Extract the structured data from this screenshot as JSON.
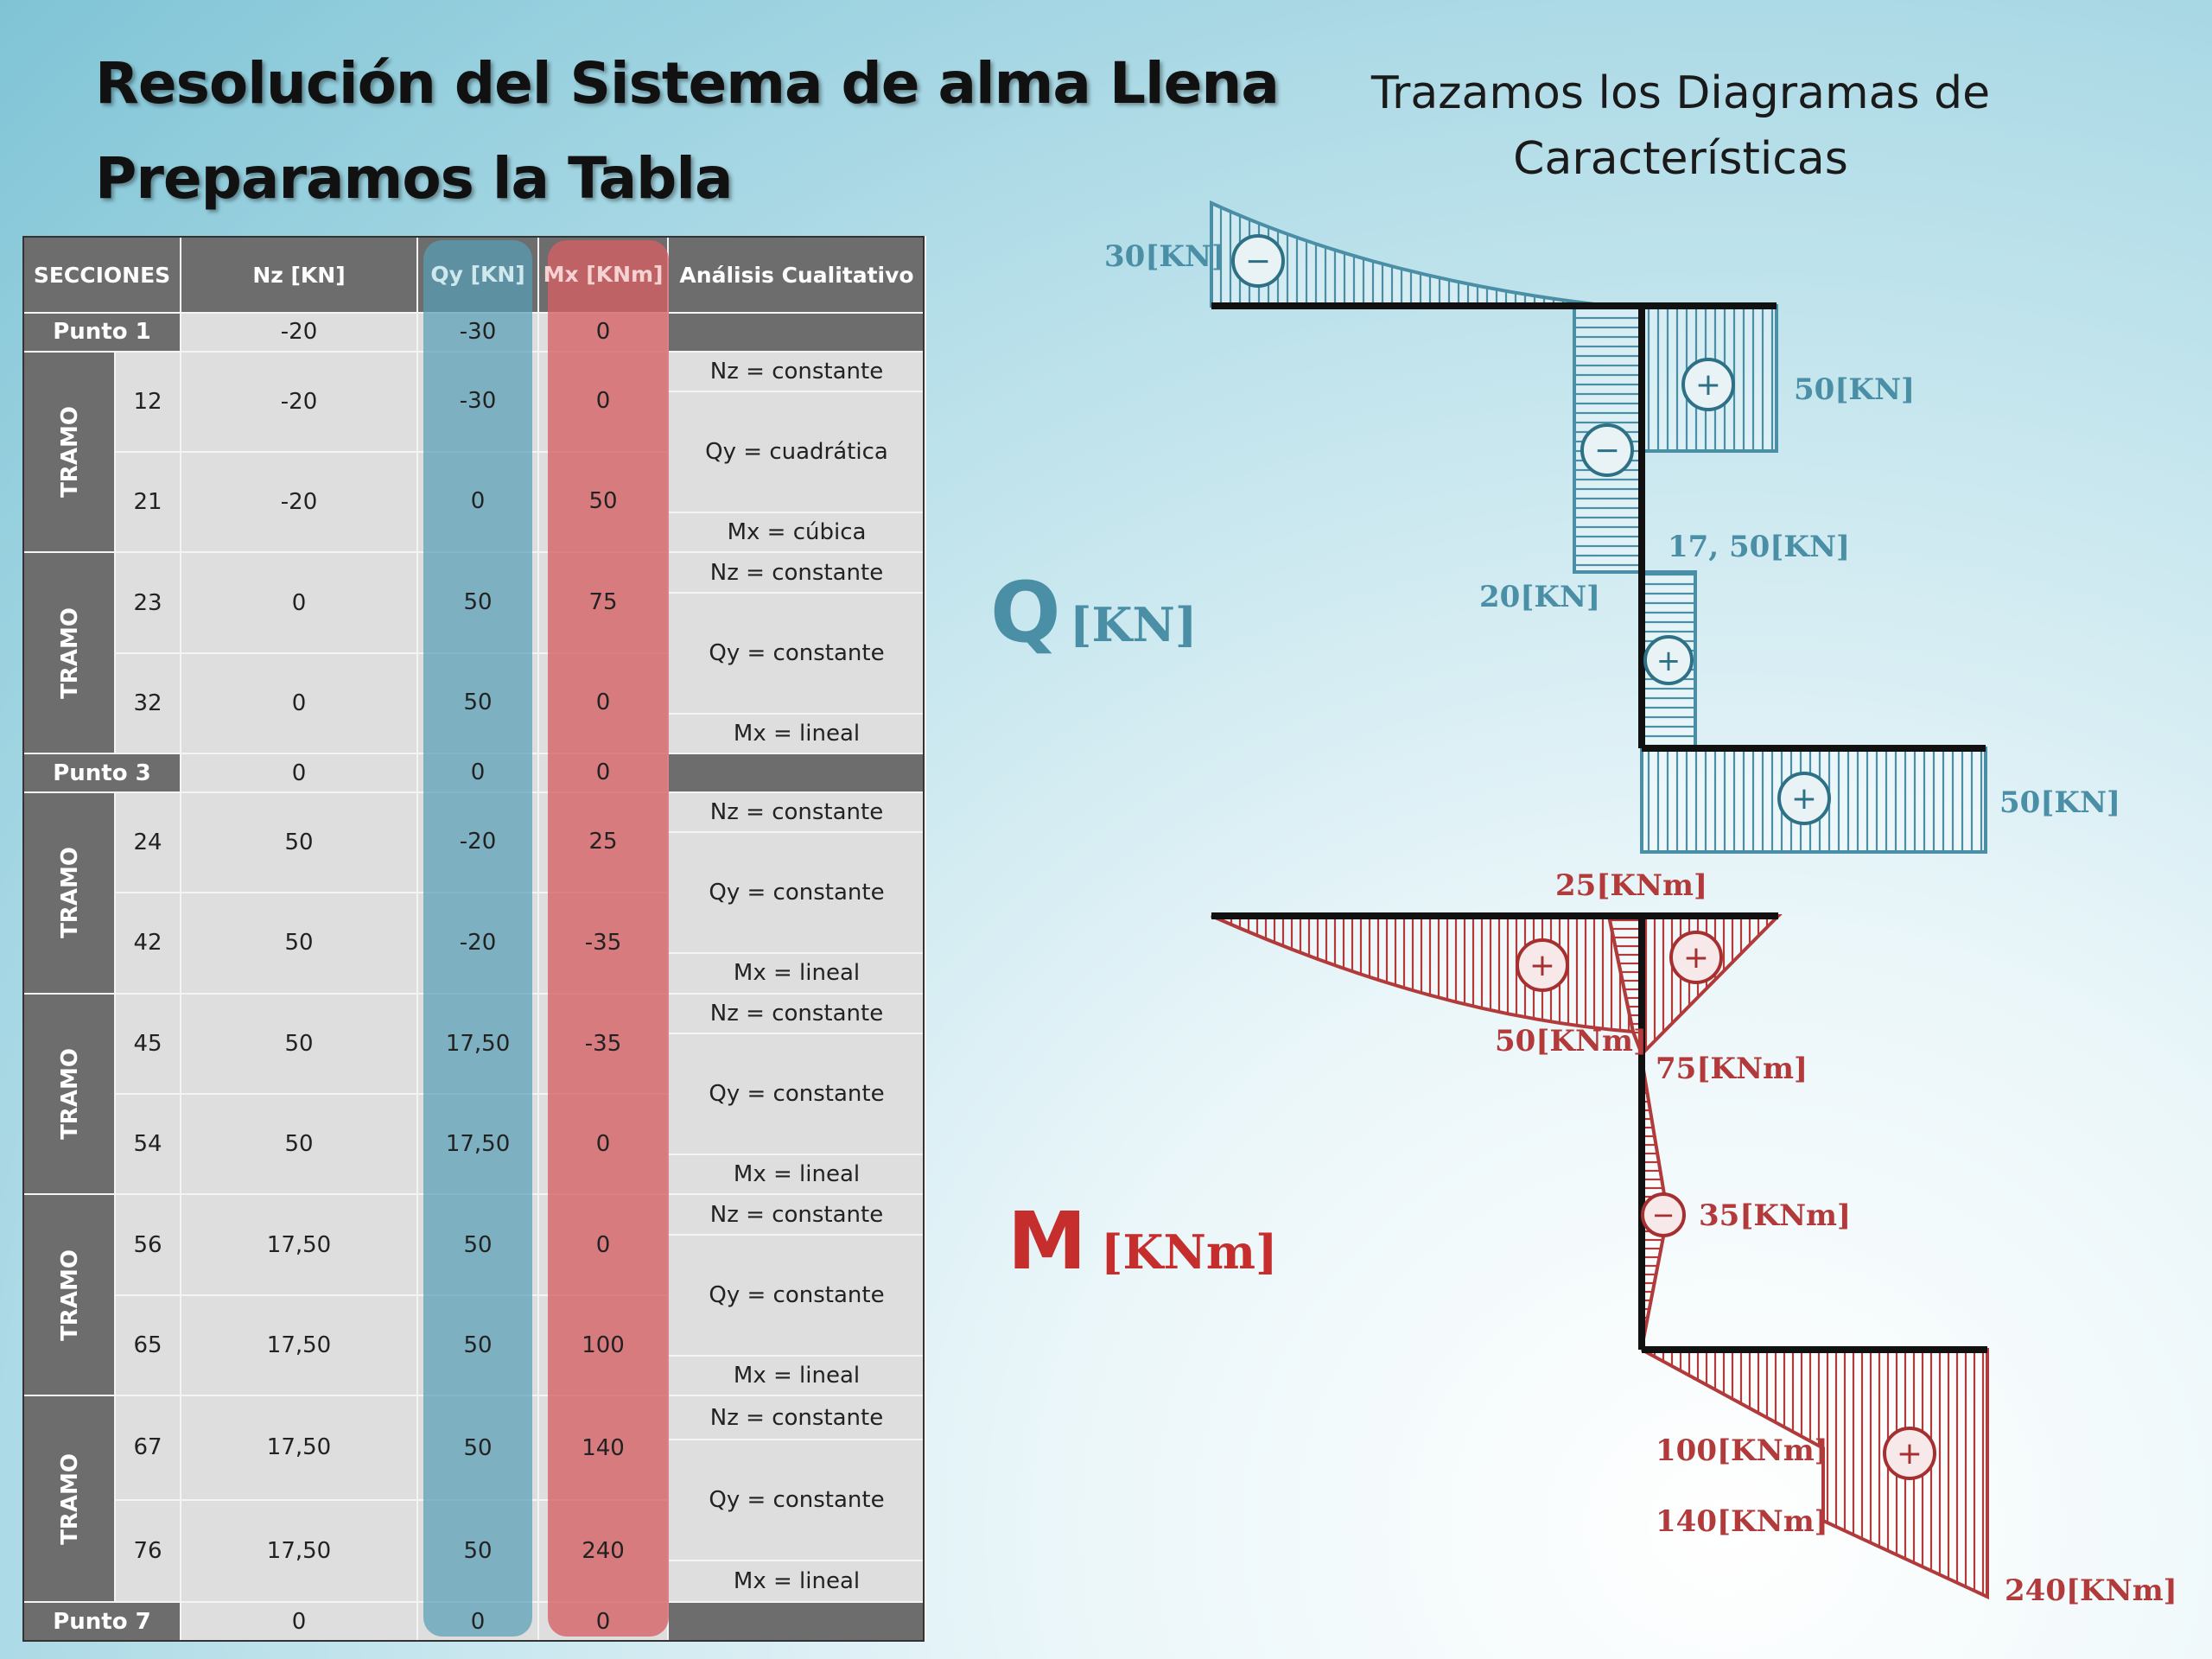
{
  "title": {
    "line1": "Resolución del Sistema de alma Llena",
    "line2": "Preparamos la Tabla"
  },
  "subtitle": "Trazamos los Diagramas de Características",
  "colors": {
    "shear": "#4a8fa6",
    "moment": "#b23a3a",
    "header_gray": "#6d6d6d",
    "cell_gray": "#dedede"
  },
  "table": {
    "headers": [
      "SECCIONES",
      "Nz [KN]",
      "Qy [KN]",
      "Mx [KNm]",
      "Análisis Cualitativo"
    ],
    "points": [
      {
        "label": "Punto 1",
        "nz": "-20",
        "qy": "-30",
        "mx": "0"
      },
      {
        "label": "Punto 3",
        "nz": "0",
        "qy": "0",
        "mx": "0"
      },
      {
        "label": "Punto 7",
        "nz": "0",
        "qy": "0",
        "mx": "0"
      }
    ],
    "tramo_label": "TRAMO",
    "tramos": [
      {
        "rows": [
          {
            "sec": "12",
            "nz": "-20",
            "qy": "-30",
            "mx": "0"
          },
          {
            "sec": "21",
            "nz": "-20",
            "qy": "0",
            "mx": "50"
          }
        ],
        "analysis": {
          "n": "Nz = constante",
          "q": "Qy = cuadrática",
          "m": "Mx = cúbica"
        }
      },
      {
        "rows": [
          {
            "sec": "23",
            "nz": "0",
            "qy": "50",
            "mx": "75"
          },
          {
            "sec": "32",
            "nz": "0",
            "qy": "50",
            "mx": "0"
          }
        ],
        "analysis": {
          "n": "Nz = constante",
          "q": "Qy = constante",
          "m": "Mx = lineal"
        }
      },
      {
        "rows": [
          {
            "sec": "24",
            "nz": "50",
            "qy": "-20",
            "mx": "25"
          },
          {
            "sec": "42",
            "nz": "50",
            "qy": "-20",
            "mx": "-35"
          }
        ],
        "analysis": {
          "n": "Nz = constante",
          "q": "Qy = constante",
          "m": "Mx = lineal"
        }
      },
      {
        "rows": [
          {
            "sec": "45",
            "nz": "50",
            "qy": "17,50",
            "mx": "-35"
          },
          {
            "sec": "54",
            "nz": "50",
            "qy": "17,50",
            "mx": "0"
          }
        ],
        "analysis": {
          "n": "Nz = constante",
          "q": "Qy = constante",
          "m": "Mx = lineal"
        }
      },
      {
        "rows": [
          {
            "sec": "56",
            "nz": "17,50",
            "qy": "50",
            "mx": "0"
          },
          {
            "sec": "65",
            "nz": "17,50",
            "qy": "50",
            "mx": "100"
          }
        ],
        "analysis": {
          "n": "Nz = constante",
          "q": "Qy = constante",
          "m": "Mx = lineal"
        }
      },
      {
        "rows": [
          {
            "sec": "67",
            "nz": "17,50",
            "qy": "50",
            "mx": "140"
          },
          {
            "sec": "76",
            "nz": "17,50",
            "qy": "50",
            "mx": "240"
          }
        ],
        "analysis": {
          "n": "Nz = constante",
          "q": "Qy = constante",
          "m": "Mx = lineal"
        }
      }
    ]
  },
  "diagram_q": {
    "symbol": "Q",
    "unit": "[KN]",
    "labels": {
      "l1": "30[KN]",
      "l2": "50[KN]",
      "l3": "17, 50[KN]",
      "l4": "20[KN]",
      "l5": "50[KN]"
    },
    "signs": {
      "s1": "−",
      "s2": "+",
      "s3": "−",
      "s4": "+",
      "s5": "+"
    }
  },
  "diagram_m": {
    "symbol": "M",
    "unit": "[KNm]",
    "labels": {
      "l1": "25[KNm]",
      "l2": "50[KNm]",
      "l3": "75[KNm]",
      "l4": "35[KNm]",
      "l5": "100[KNm]",
      "l6": "140[KNm]",
      "l7": "240[KNm]"
    },
    "signs": {
      "s1": "+",
      "s2": "+",
      "s3": "−",
      "s4": "+"
    }
  }
}
